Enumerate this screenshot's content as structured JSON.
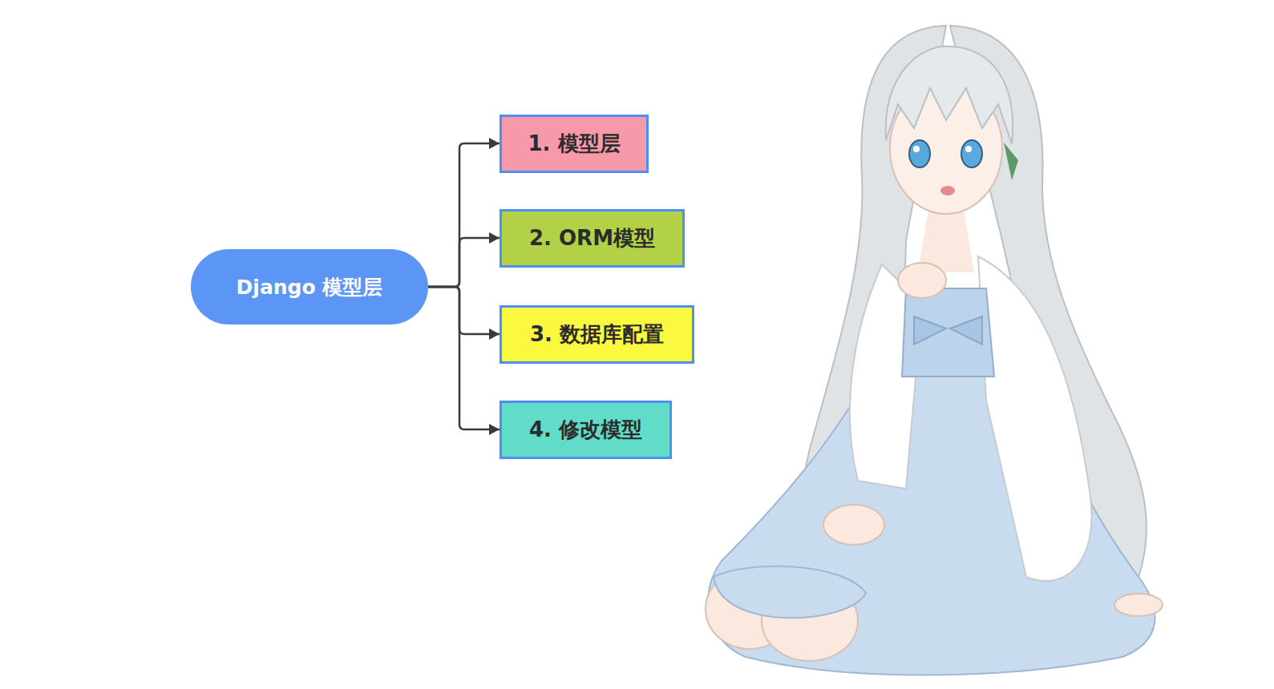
{
  "diagram": {
    "nodes": [
      {
        "text": [
          "Django 模型层"
        ]
      },
      {
        "text": [
          "1. 模型层"
        ]
      },
      {
        "text": [
          "2. ORM模型"
        ]
      },
      {
        "text": [
          "3. 数据库配置"
        ]
      },
      {
        "text": [
          "4. 修改模型"
        ]
      }
    ],
    "edges": [
      {
        "from": 0,
        "to": 1,
        "arrow": "to"
      },
      {
        "from": 0,
        "to": 2,
        "arrow": "to"
      },
      {
        "from": 0,
        "to": 3,
        "arrow": "to"
      },
      {
        "from": 0,
        "to": 4,
        "arrow": "to"
      }
    ]
  }
}
